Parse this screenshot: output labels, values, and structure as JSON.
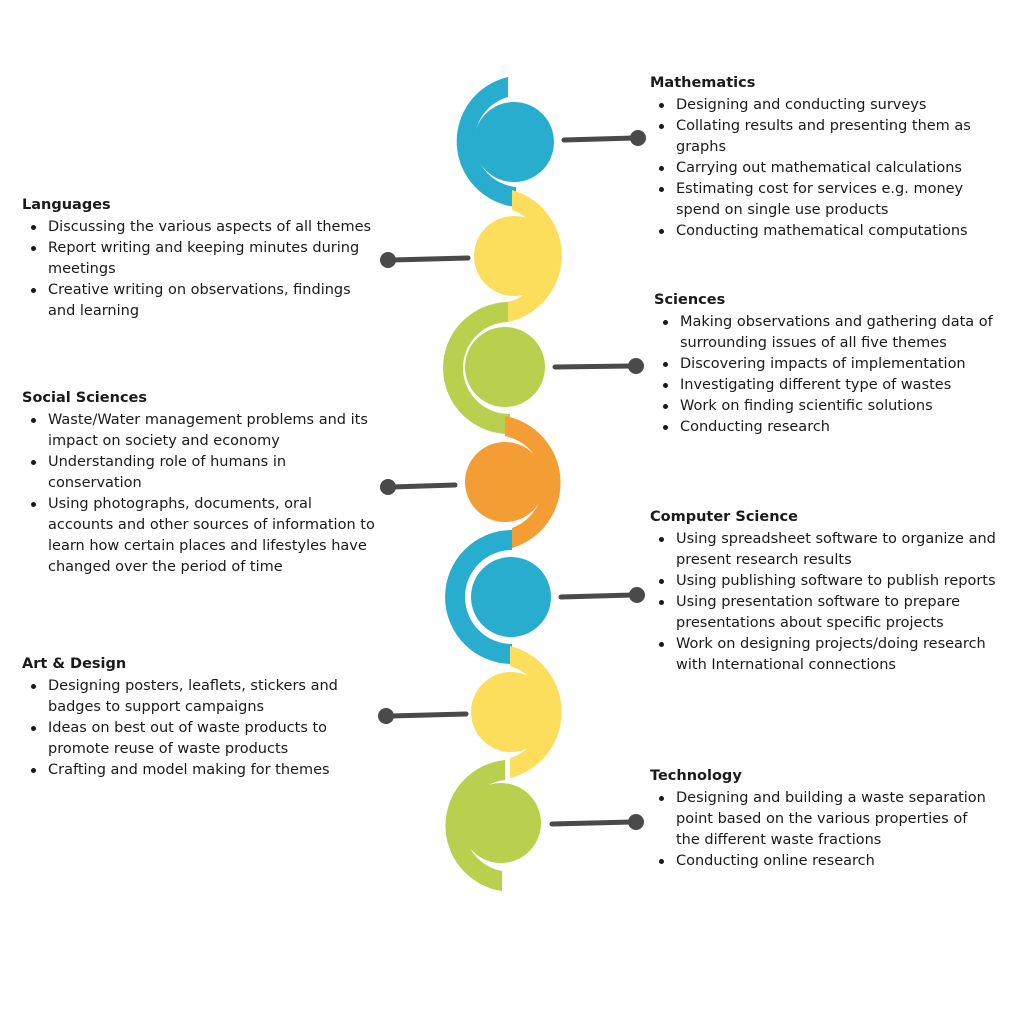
{
  "colors": {
    "blue": "#29adcf",
    "yellow": "#fddd5c",
    "green": "#b9cf4e",
    "orange": "#f39d34",
    "connector": "#4a4a4a"
  },
  "chain": [
    {
      "color": "#29adcf",
      "arc_side": "left"
    },
    {
      "color": "#fddd5c",
      "arc_side": "right"
    },
    {
      "color": "#b9cf4e",
      "arc_side": "left"
    },
    {
      "color": "#f39d34",
      "arc_side": "right"
    },
    {
      "color": "#29adcf",
      "arc_side": "left"
    },
    {
      "color": "#fddd5c",
      "arc_side": "right"
    },
    {
      "color": "#b9cf4e",
      "arc_side": "left"
    }
  ],
  "subjects": {
    "mathematics": {
      "title": "Mathematics",
      "items": [
        "Designing and conducting surveys",
        "Collating results and presenting them as graphs",
        "Carrying out mathematical calculations",
        "Estimating cost for services e.g. money spend on single use products",
        "Conducting mathematical computations"
      ]
    },
    "languages": {
      "title": "Languages",
      "items": [
        "Discussing the various aspects of all themes",
        "Report writing and keeping minutes during meetings",
        "Creative writing on observations, findings and learning"
      ]
    },
    "sciences": {
      "title": "Sciences",
      "items": [
        "Making observations and gathering data of surrounding issues of all five themes",
        "Discovering impacts of implementation",
        "Investigating different type of wastes",
        "Work on finding scientific solutions",
        "Conducting research"
      ]
    },
    "social_sciences": {
      "title": "Social Sciences",
      "items": [
        "Waste/Water management problems and its impact on society and economy",
        "Understanding role of humans in conservation",
        "Using photographs, documents, oral accounts and other sources of  information to learn how certain places and lifestyles have changed over the period of time"
      ]
    },
    "computer_science": {
      "title": "Computer Science",
      "items": [
        "Using spreadsheet software to organize and present research results",
        "Using publishing software to publish reports",
        "Using presentation software to prepare presentations about specific projects",
        "Work on designing projects/doing research with International connections"
      ]
    },
    "art_design": {
      "title": "Art & Design",
      "items": [
        "Designing posters, leaflets, stickers and badges to support campaigns",
        "Ideas on best out of waste products to promote reuse of waste products",
        "Crafting and model making for themes"
      ]
    },
    "technology": {
      "title": "Technology",
      "items": [
        "Designing and building a waste separation point based on the various properties of the different waste fractions",
        "Conducting online research"
      ]
    }
  }
}
